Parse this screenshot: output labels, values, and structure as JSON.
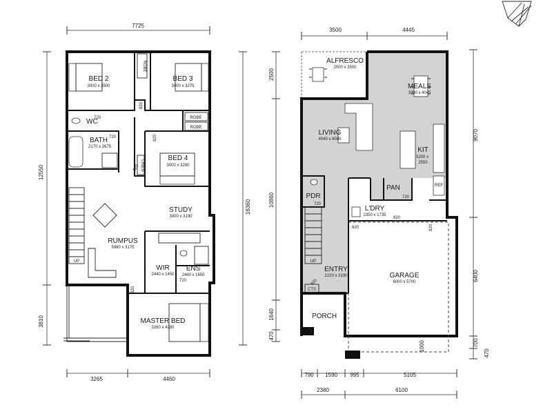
{
  "upper": {
    "dims": {
      "top": "7725",
      "left": "12550",
      "left_lower": "3810",
      "right": "16360",
      "bottom_left": "3265",
      "bottom_right": "4460"
    },
    "rooms": {
      "bed2": {
        "name": "BED 2",
        "size": "3000 x 3500"
      },
      "bed3": {
        "name": "BED 3",
        "size": "3000 x 3275"
      },
      "bed4": {
        "name": "BED 4",
        "size": "3000 x 3280"
      },
      "bath": {
        "name": "BATH",
        "size": "2170 x 2675"
      },
      "wc": {
        "name": "WC"
      },
      "study": {
        "name": "STUDY",
        "size": "3000 x 3190"
      },
      "rumpus": {
        "name": "RUMPUS",
        "size": "5980 x 3175"
      },
      "wir": {
        "name": "WIR",
        "size": "2440 x 1450"
      },
      "ens": {
        "name": "ENS",
        "size": "2440 x 1650"
      },
      "master": {
        "name": "MASTER BED",
        "size": "3260 x 4280"
      }
    },
    "labels": {
      "robe": "ROBE",
      "robe2": "ROBE",
      "robe3": "ROBE",
      "linen": "LINEN",
      "up": "UP"
    },
    "door_tags": {
      "d720a": "720",
      "d720b": "720",
      "d720c": "720",
      "d820a": "820",
      "d820b": "820",
      "d820c": "820",
      "d820d": "820"
    }
  },
  "lower": {
    "dims": {
      "top_left": "3500",
      "top_right": "4445",
      "left_top": "2500",
      "left_mid": "10860",
      "left_1640": "1640",
      "left_470": "470",
      "right_top": "9070",
      "right_mid": "6400",
      "right_700": "700",
      "right_470": "470",
      "garage_door": "1000",
      "b_790": "790",
      "b_1590": "1590",
      "b_995": "995",
      "b_5105": "5105",
      "b_2380": "2380",
      "b_6100": "6100"
    },
    "rooms": {
      "alfresco": {
        "name": "ALFRESCO",
        "size": "2500 x 3500"
      },
      "meals": {
        "name": "MEALS",
        "size": "3890 x 4045"
      },
      "living": {
        "name": "LIVING",
        "size": "4040 x 8590"
      },
      "kit": {
        "name": "KIT",
        "size": "5200 x\n2550"
      },
      "pan": {
        "name": "PAN"
      },
      "pdr": {
        "name": "PDR"
      },
      "ldry": {
        "name": "L'DRY",
        "size": "2350 x 1735"
      },
      "entry": {
        "name": "ENTRY",
        "size": "2220 x 3190"
      },
      "garage": {
        "name": "GARAGE",
        "size": "6000 x 5700"
      },
      "porch": {
        "name": "PORCH"
      }
    },
    "labels": {
      "up": "UP",
      "cts": "CTS",
      "ref": "REF"
    },
    "door_tags": {
      "d720a": "720",
      "d720b": "720",
      "d820a": "820",
      "d820b": "820",
      "d820c": "820",
      "d820d": "820"
    }
  }
}
